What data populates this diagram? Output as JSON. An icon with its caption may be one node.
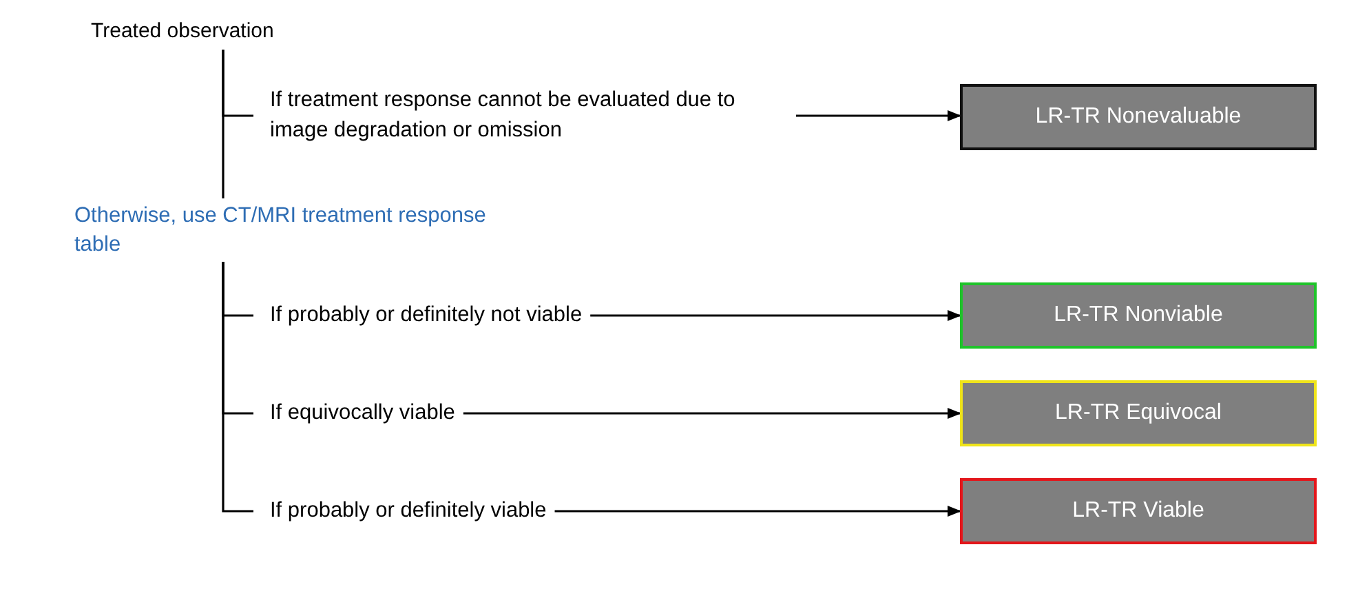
{
  "diagram": {
    "nodes": [
      {
        "text": [
          "Treated observation"
        ]
      },
      {
        "text": [
          "If treatment response cannot be evaluated due to image degradation or omission"
        ]
      },
      {
        "text": [
          "LR-TR Nonevaluable"
        ]
      },
      {
        "text": [
          "Otherwise, use CT/MRI treatment response table"
        ]
      },
      {
        "text": [
          "If probably or definitely not viable"
        ]
      },
      {
        "text": [
          "LR-TR Nonviable"
        ]
      },
      {
        "text": [
          "If equivocally viable"
        ]
      },
      {
        "text": [
          "LR-TR Equivocal"
        ]
      },
      {
        "text": [
          "If probably or definitely viable"
        ]
      },
      {
        "text": [
          "LR-TR Viable"
        ]
      }
    ],
    "edges": [
      {
        "from": 0,
        "to": 1,
        "arrow": "none"
      },
      {
        "from": 0,
        "to": 3,
        "arrow": "none"
      },
      {
        "from": 1,
        "to": 2,
        "arrow": "to"
      },
      {
        "from": 3,
        "to": 4,
        "arrow": "none"
      },
      {
        "from": 3,
        "to": 6,
        "arrow": "none"
      },
      {
        "from": 3,
        "to": 8,
        "arrow": "none"
      },
      {
        "from": 4,
        "to": 5,
        "arrow": "to"
      },
      {
        "from": 6,
        "to": 7,
        "arrow": "to"
      },
      {
        "from": 8,
        "to": 9,
        "arrow": "to"
      }
    ]
  }
}
